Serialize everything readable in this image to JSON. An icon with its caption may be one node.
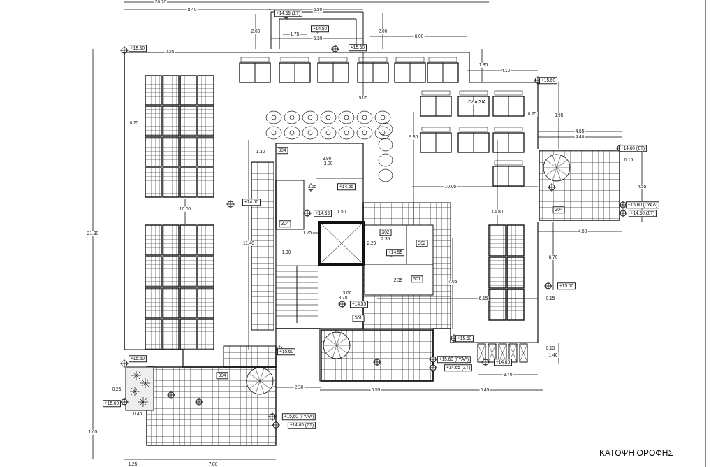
{
  "diagram": {
    "title": "ΚΑΤΟΨΗ ΟΡΟΦΗΣ",
    "labels": [
      "20.20",
      "8.40",
      "5.80",
      "+14.65 (ΣΤ)",
      "2.00",
      "+14.50",
      "1.75",
      "5.30",
      "2.00",
      "6.00",
      "+15.60",
      "0.25",
      "+15.60",
      "1.85",
      "4.10",
      "+15.60",
      "5.05",
      "ΠΛΑΙΣΙΑ",
      "0.25",
      "0.25",
      "3.95",
      "9.85",
      "4.55",
      "4.40",
      "+14.60 (ΣΤ)",
      "1.30",
      "3.90",
      "3.00",
      "304",
      "0.15",
      "3.65",
      "+14.55",
      "10.05",
      "4.55",
      "16.00",
      "+14.50",
      "+14.55",
      "1.50",
      "+15,60 (ΓΥΑΛ)",
      "+14.60 (ΣΤ)",
      "14.80",
      "304",
      "304",
      "1.25",
      "4.50",
      "21.30",
      "302",
      "2.35",
      "11.40",
      "2.20",
      "302",
      "1.30",
      "+14.55",
      "6.70",
      "301",
      "2.35",
      "7.05",
      "+15.60",
      "3.00",
      "3.70",
      "+14.55",
      "301",
      "6.15",
      "0.15",
      "+15.60",
      "+15.60",
      "+15.60",
      "0.15",
      "1.40",
      "+15,60 (ΓΥΑΛ)",
      "+14.65 (ΣΤ)",
      "+14.65",
      "304",
      "3.70",
      "0.25",
      "+15.60",
      "0.45",
      "2.30",
      "6.55",
      "6.45",
      "+15,60 (ΓΥΑΛ)",
      "+14.65 (ΣΤ)",
      "1.65",
      "1.25",
      "7.80"
    ]
  }
}
